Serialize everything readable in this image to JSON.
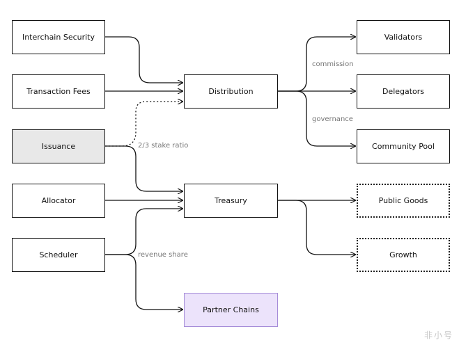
{
  "nodes": {
    "interchain_security": "Interchain Security",
    "transaction_fees": "Transaction Fees",
    "issuance": "Issuance",
    "allocator": "Allocator",
    "scheduler": "Scheduler",
    "distribution": "Distribution",
    "treasury": "Treasury",
    "partner_chains": "Partner Chains",
    "validators": "Validators",
    "delegators": "Delegators",
    "community_pool": "Community Pool",
    "public_goods": "Public Goods",
    "growth": "Growth"
  },
  "edge_labels": {
    "commission": "commission",
    "governance": "governance",
    "stake_ratio": "2/3 stake ratio",
    "revenue_share": "revenue share"
  },
  "colors": {
    "issuance_fill": "#e8e8e8",
    "partner_fill": "#ece3fb",
    "partner_border": "#a58cd8",
    "edge_label": "#777777"
  },
  "watermark": "非小号"
}
